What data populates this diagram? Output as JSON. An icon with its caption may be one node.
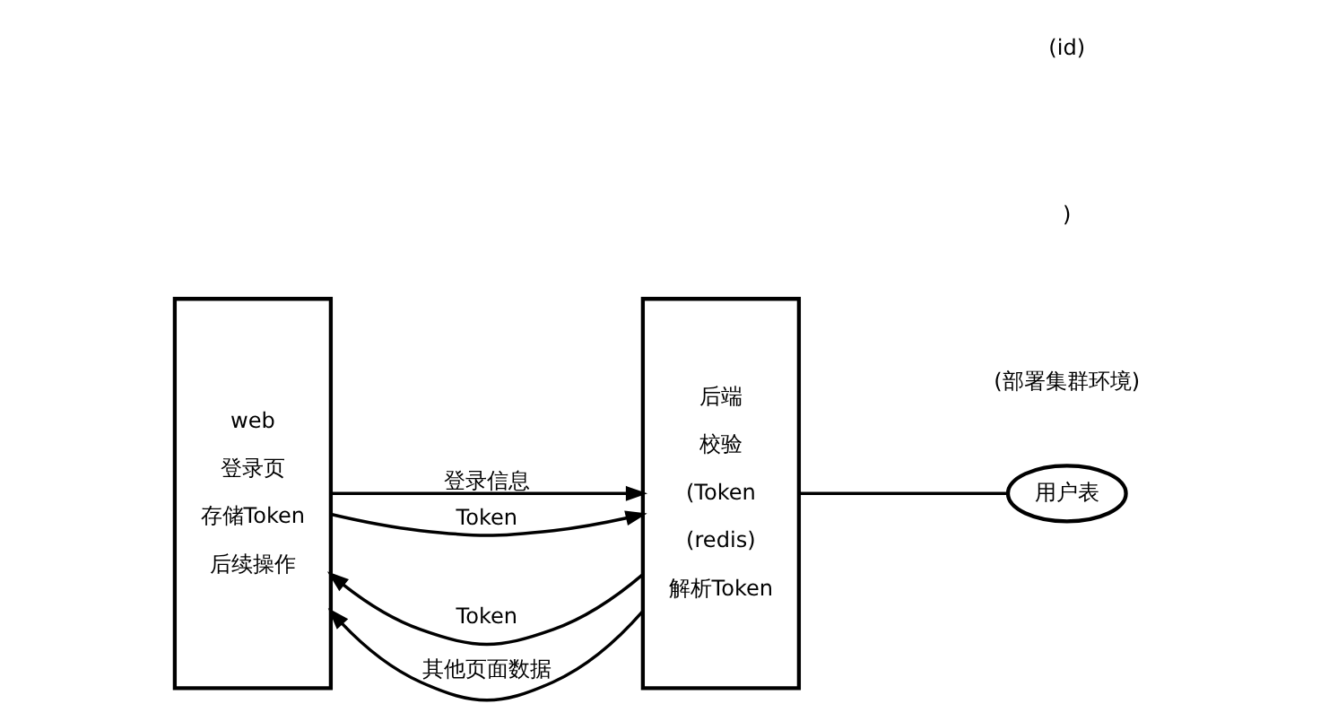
{
  "diagram": {
    "nodes": [
      {
        "text": [
          "web",
          "登录页",
          "存储Token",
          "后续操作"
        ]
      },
      {
        "text": [
          "后端",
          "校验",
          "(Token",
          "(redis)",
          "解析Token"
        ]
      },
      {
        "text": [
          "用户表"
        ]
      }
    ],
    "edges": [
      {
        "from": 0,
        "to": 1,
        "arrow": "to",
        "label": "登录信息"
      },
      {
        "from": 1,
        "to": 0,
        "arrow": "to",
        "label": "Token"
      },
      {
        "from": 0,
        "to": 1,
        "arrow": "to",
        "label": "Token"
      },
      {
        "from": 1,
        "to": 0,
        "arrow": "to",
        "label": "其他页面数据"
      },
      {
        "from": 1,
        "to": 2,
        "arrow": "none"
      }
    ],
    "labels": [
      "(id)",
      ")",
      "(部署集群环境)"
    ]
  }
}
